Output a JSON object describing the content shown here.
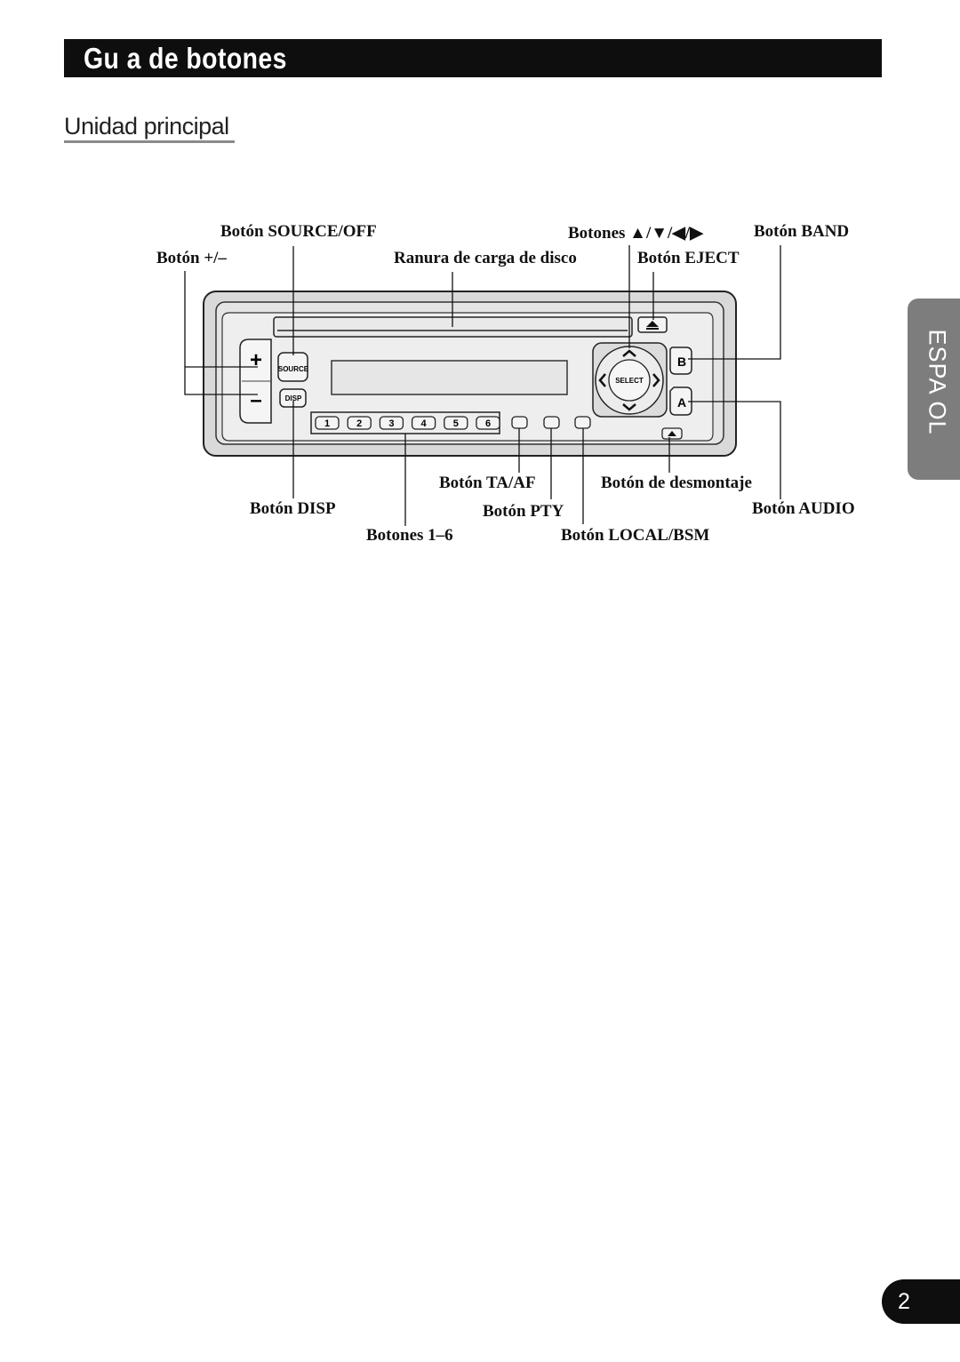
{
  "header": {
    "title": "Gu a de botones"
  },
  "section": {
    "subtitle": "Unidad principal"
  },
  "side_tab": {
    "label": "ESPA OL"
  },
  "page": {
    "number": "2"
  },
  "labels": {
    "source_off": "Botón SOURCE/OFF",
    "arrows": "Botones ▲/▼/◀/▶",
    "band": "Botón BAND",
    "plus_minus": "Botón +/–",
    "disc_slot": "Ranura de carga de disco",
    "eject": "Botón EJECT",
    "ta_af": "Botón TA/AF",
    "detach": "Botón de desmontaje",
    "disp": "Botón DISP",
    "pty": "Botón PTY",
    "audio": "Botón AUDIO",
    "presets": "Botones 1–6",
    "local_bsm": "Botón LOCAL/BSM"
  },
  "device": {
    "source_key": "SOURCE",
    "disp_key": "DISP",
    "select_key": "SELECT",
    "band_key": "B",
    "audio_key": "A",
    "plus_symbol": "+",
    "minus_symbol": "–",
    "presets": [
      "1",
      "2",
      "3",
      "4",
      "5",
      "6"
    ]
  }
}
